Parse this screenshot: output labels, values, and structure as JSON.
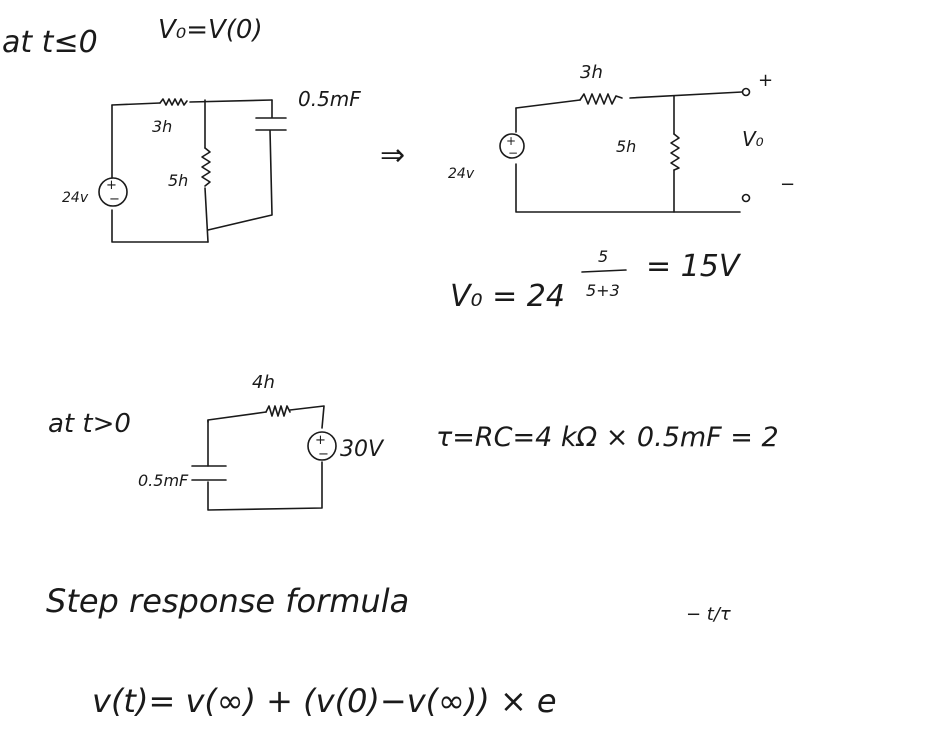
{
  "section1": {
    "heading": "at t≤0",
    "heading_eq": "V₀=V(0)",
    "circuit_a": {
      "resistor_top": "3h",
      "resistor_mid": "5h",
      "capacitor": "0.5mF",
      "source": "24v",
      "source_sign": "+",
      "source_minus": "−"
    },
    "arrow": "⇒",
    "circuit_b": {
      "resistor_top": "3h",
      "resistor_mid": "5h",
      "source": "24v",
      "source_sign": "+",
      "source_minus": "−",
      "terminal_plus": "+",
      "terminal_minus": "−",
      "output": "V₀"
    },
    "result_lhs": "V₀ = 24",
    "frac_num": "5",
    "frac_den": "5+3",
    "result_rhs": "= 15V"
  },
  "section2": {
    "heading": "at t>0",
    "circuit": {
      "resistor": "4h",
      "capacitor": "0.5mF",
      "source": "30V",
      "source_sign": "+",
      "source_minus": "−"
    },
    "tau_eq": "τ=RC=4 kΩ × 0.5mF = 2"
  },
  "section3": {
    "title": "Step response formula",
    "formula": "v(t)= v(∞) + (v(0)−v(∞)) × e",
    "exponent": "− t/τ"
  }
}
